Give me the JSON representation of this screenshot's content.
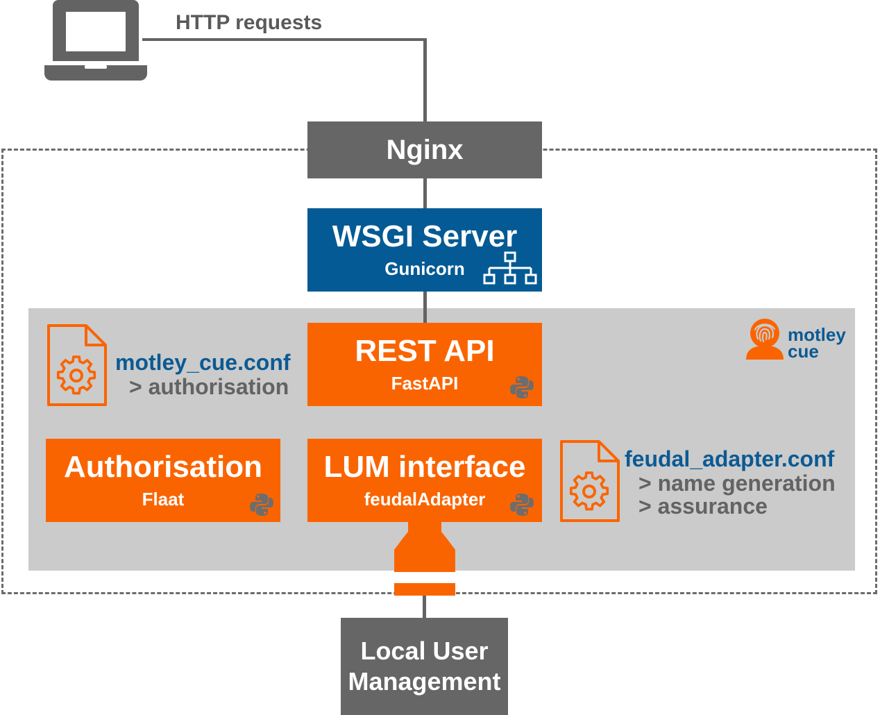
{
  "client": {
    "icon": "laptop-icon",
    "connection_label": "HTTP requests"
  },
  "nginx": {
    "title": "Nginx"
  },
  "wsgi": {
    "title": "WSGI Server",
    "subtitle": "Gunicorn",
    "icon": "network-hierarchy-icon"
  },
  "rest_api": {
    "title": "REST API",
    "subtitle": "FastAPI",
    "icon": "python-icon"
  },
  "authorisation": {
    "title": "Authorisation",
    "subtitle": "Flaat",
    "icon": "python-icon"
  },
  "lum_interface": {
    "title": "LUM interface",
    "subtitle": "feudalAdapter",
    "icon": "python-icon"
  },
  "motley_conf": {
    "filename": "motley_cue.conf",
    "items": [
      "> authorisation"
    ],
    "icon": "config-file-gear-icon"
  },
  "feudal_conf": {
    "filename": "feudal_adapter.conf",
    "items": [
      "> name generation",
      "> assurance"
    ],
    "icon": "config-file-gear-icon"
  },
  "logo": {
    "line1": "motley",
    "line2": "cue",
    "icon": "fingerprint-user-icon"
  },
  "connector": {
    "icon": "plug-connector-icon"
  },
  "local_user_management": {
    "line1": "Local User",
    "line2": "Management"
  },
  "colors": {
    "orange": "#fa6400",
    "blue": "#045a94",
    "dark_gray": "#666666",
    "panel_gray": "#cbcbcb",
    "text_blue": "#0b5a93",
    "text_gray": "#636363"
  }
}
